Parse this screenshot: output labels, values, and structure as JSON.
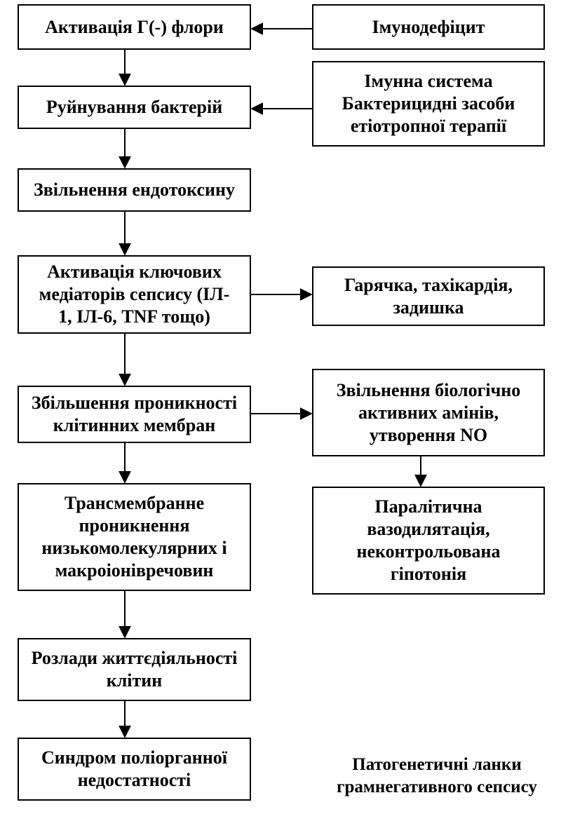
{
  "boxes": {
    "activation_gneg": "Активація Г(-) флори",
    "immunodeficit": "Імунодефіцит",
    "destruction": "Руйнування бактерій",
    "immune_system": "Імунна система\nБактерицидні засоби\nетіотропної терапії",
    "endotoxin": "Звільнення ендотоксину",
    "mediators": "Активація ключових\nмедіаторів сепсису (ІЛ-\n1, ІЛ-6, TNF тощо)",
    "fever": "Гарячка, тахікардія,\nзадишка",
    "permeability": "Збільшення проникності\nклітинних мембран",
    "amines": "Звільнення біологічно\nактивних амінів,\nутворення NO",
    "transmembrane": "Трансмембранне\nпроникнення\nнизькомолекулярних і\nмакроіонівречовин",
    "vasodilation": "Паралітична\nвазодилятація,\nнеконтрольована\nгіпотонія",
    "cell_disorders": "Розлади життєдіяльності\nклітин",
    "mods": "Синдром поліорганної\nнедостатності"
  },
  "caption": "Патогенетичні ланки\nграмнегативного сепсису"
}
